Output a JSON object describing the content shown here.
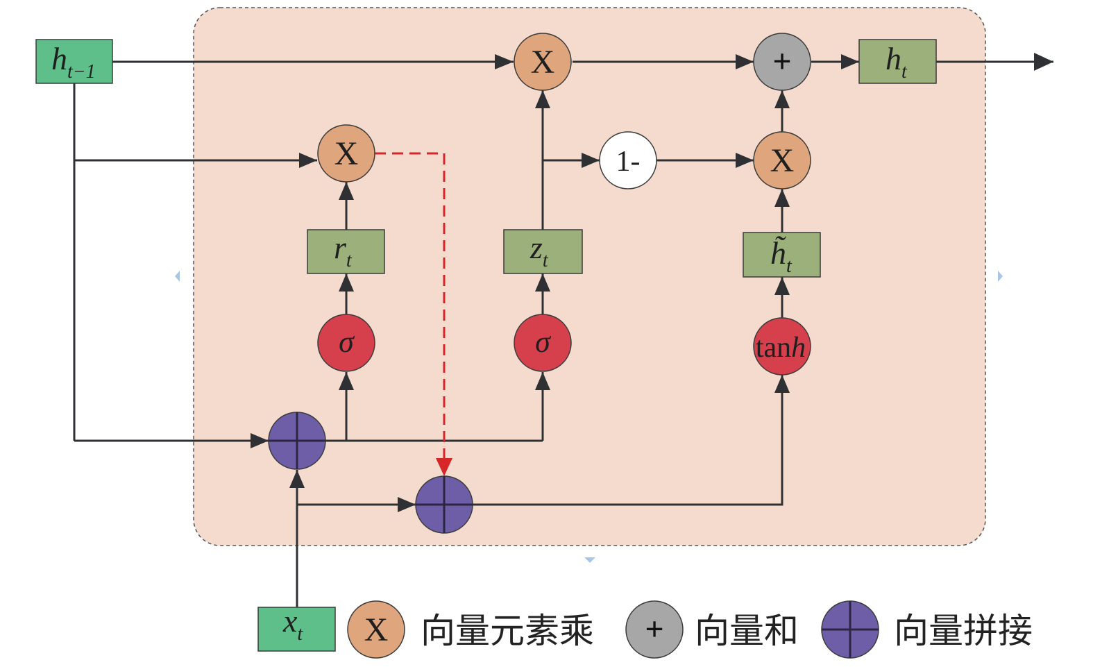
{
  "colors": {
    "panel": "#f4dbce",
    "panel_border": "#555555",
    "input_box": "#5fbf8a",
    "gate_box": "#9bb07a",
    "multiply": "#dfa57c",
    "add": "#a7a7a7",
    "concat": "#6d5ea7",
    "activation": "#d6404d",
    "one_minus": "#ffffff",
    "line": "#2f3033",
    "dashed": "#d6262a"
  },
  "nodes": {
    "h_prev": {
      "main": "h",
      "sub": "t−1"
    },
    "h_t": {
      "main": "h",
      "sub": "t"
    },
    "x_t": {
      "main": "x",
      "sub": "t"
    },
    "r_t": {
      "main": "r",
      "sub": "t"
    },
    "z_t": {
      "main": "z",
      "sub": "t"
    },
    "h_tilde": {
      "main": "h̃",
      "sub": "t"
    },
    "sigma_r": "σ",
    "sigma_z": "σ",
    "tanh": {
      "prefix": "tan",
      "italic": "h"
    },
    "mult_top": "X",
    "mult_reset": "X",
    "mult_update": "X",
    "one_minus": "1-",
    "add_top": "+"
  },
  "legend": {
    "multiply_symbol": "X",
    "multiply_label": "向量元素乘",
    "add_symbol": "+",
    "add_label": "向量和",
    "concat_label": "向量拼接"
  }
}
